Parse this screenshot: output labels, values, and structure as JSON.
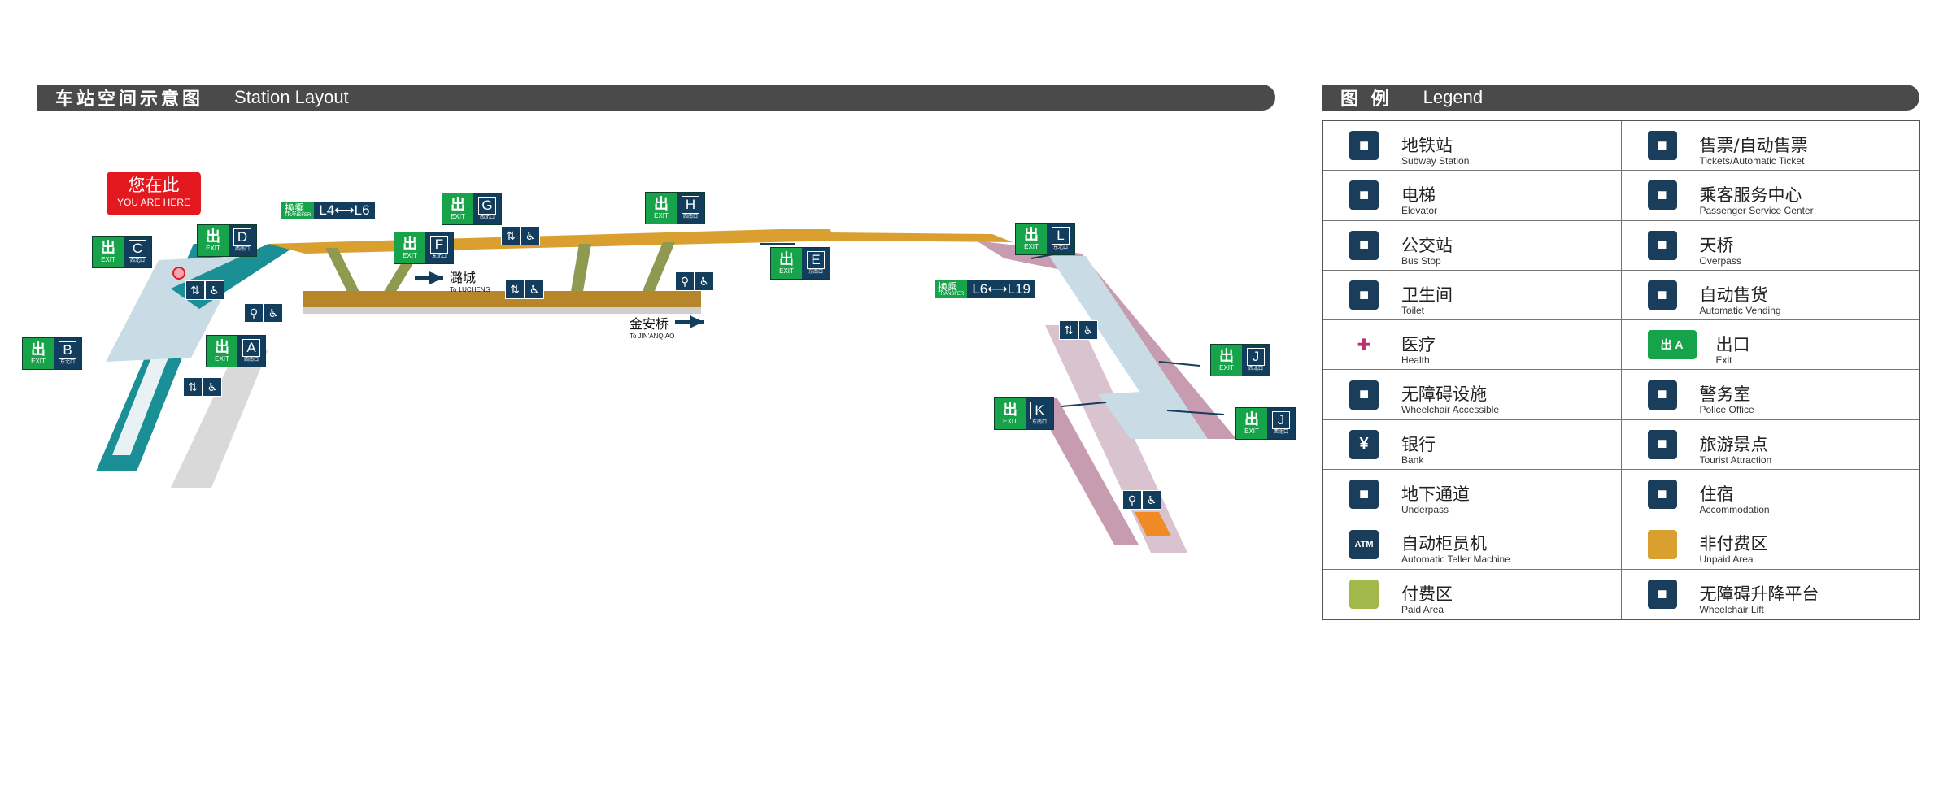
{
  "layout_header": {
    "title_zh": "车站空间示意图",
    "title_en": "Station Layout"
  },
  "legend_header": {
    "title_zh": "图 例",
    "title_en": "Legend"
  },
  "colors": {
    "unpaid_area": "#d9a030",
    "paid_area": "#a3b84a",
    "exit_green": "#17a34a",
    "sign_blue": "#123d5c",
    "you_are_here": "#e3191f",
    "platform_teal": "#1a8f96",
    "platform_pink": "#c79bb0"
  },
  "map": {
    "you_are_here": {
      "zh": "您在此",
      "en": "YOU ARE HERE"
    },
    "exit_text": {
      "zh": "出",
      "en": "EXIT",
      "small": "西北口"
    },
    "exits": [
      {
        "letter": "A",
        "small": "西南口"
      },
      {
        "letter": "B",
        "small": "东北口"
      },
      {
        "letter": "C",
        "small": "西北口"
      },
      {
        "letter": "D",
        "small": "西南口"
      },
      {
        "letter": "E",
        "small": "东南口"
      },
      {
        "letter": "F",
        "small": "东北口"
      },
      {
        "letter": "G",
        "small": "西北口"
      },
      {
        "letter": "H",
        "small": "西南口"
      },
      {
        "letter": "J",
        "small": "西北口"
      },
      {
        "letter": "J",
        "small": "西北口"
      },
      {
        "letter": "K",
        "small": "东南口"
      },
      {
        "letter": "L",
        "small": "东北口"
      }
    ],
    "transfer_1": {
      "zh": "换乘",
      "en": "TRANSFER",
      "lines": "L4⟷L6"
    },
    "transfer_2": {
      "zh": "换乘",
      "en": "TRANSFER",
      "lines": "L6⟷L19"
    },
    "dir_lucheng": {
      "zh": "潞城",
      "en": "To LUCHENG"
    },
    "dir_jinanqiao": {
      "zh": "金安桥",
      "en": "To JIN'ANQIAO"
    }
  },
  "legend": {
    "items": [
      {
        "zh": "地铁站",
        "en": "Subway Station",
        "icon": "subway-station-icon"
      },
      {
        "zh": "售票/自动售票",
        "en": "Tickets/Automatic Ticket",
        "icon": "ticket-icon"
      },
      {
        "zh": "电梯",
        "en": "Elevator",
        "icon": "elevator-icon"
      },
      {
        "zh": "乘客服务中心",
        "en": "Passenger Service Center",
        "icon": "service-center-icon"
      },
      {
        "zh": "公交站",
        "en": "Bus Stop",
        "icon": "bus-icon"
      },
      {
        "zh": "天桥",
        "en": "Overpass",
        "icon": "overpass-icon"
      },
      {
        "zh": "卫生间",
        "en": "Toilet",
        "icon": "toilet-icon"
      },
      {
        "zh": "自动售货",
        "en": "Automatic Vending",
        "icon": "vending-icon"
      },
      {
        "zh": "医疗",
        "en": "Health",
        "icon": "health-icon"
      },
      {
        "zh": "出口",
        "en": "Exit",
        "icon": "exit-icon",
        "letter": "A"
      },
      {
        "zh": "无障碍设施",
        "en": "Wheelchair Accessible",
        "icon": "wheelchair-icon"
      },
      {
        "zh": "警务室",
        "en": "Police Office",
        "icon": "police-icon"
      },
      {
        "zh": "银行",
        "en": "Bank",
        "icon": "bank-icon",
        "glyph": "¥"
      },
      {
        "zh": "旅游景点",
        "en": "Tourist Attraction",
        "icon": "tourist-icon"
      },
      {
        "zh": "地下通道",
        "en": "Underpass",
        "icon": "underpass-icon"
      },
      {
        "zh": "住宿",
        "en": "Accommodation",
        "icon": "bed-icon"
      },
      {
        "zh": "自动柜员机",
        "en": "Automatic Teller Machine",
        "icon": "atm-icon",
        "glyph": "ATM"
      },
      {
        "zh": "非付费区",
        "en": "Unpaid Area",
        "icon": "unpaid-area-swatch"
      },
      {
        "zh": "付费区",
        "en": "Paid Area",
        "icon": "paid-area-swatch"
      },
      {
        "zh": "无障碍升降平台",
        "en": "Wheelchair Lift",
        "icon": "wheelchair-lift-icon"
      }
    ]
  }
}
